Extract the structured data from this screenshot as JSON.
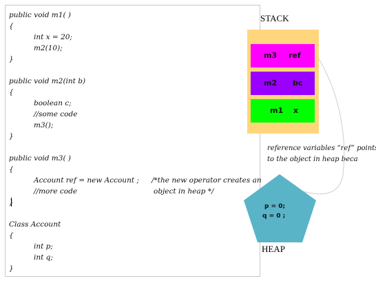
{
  "code": {
    "lines": [
      "public void m1( )",
      "{",
      "int x = 20;",
      "m2(10);",
      "}",
      "public void m2(int b)",
      "{",
      "boolean c;",
      "//some code",
      "m3();",
      "}",
      "public void m3( )",
      "{",
      "Account ref = new Account ;",
      "//more code",
      "}",
      "Class Account",
      "{",
      "int p;",
      "int q;",
      "}"
    ],
    "comment_line_1": "/*the new operator creates an",
    "comment_line_2": "object in heap */"
  },
  "stack": {
    "title": "STACK",
    "frames": [
      {
        "method": "m3",
        "var": "ref",
        "color": "#ff00ff"
      },
      {
        "method": "m2",
        "var": "bc",
        "color": "#9900ff"
      },
      {
        "method": "m1",
        "var": "x",
        "color": "#00ff00"
      }
    ],
    "background": "#ffd67c"
  },
  "note": {
    "line_1": "reference variables “ref” points",
    "line_2": "to the object in heap beca"
  },
  "heap": {
    "title": "HEAP",
    "line_1": "p = 0;",
    "line_2": "q = 0 ;",
    "color": "#5ab4c8"
  }
}
